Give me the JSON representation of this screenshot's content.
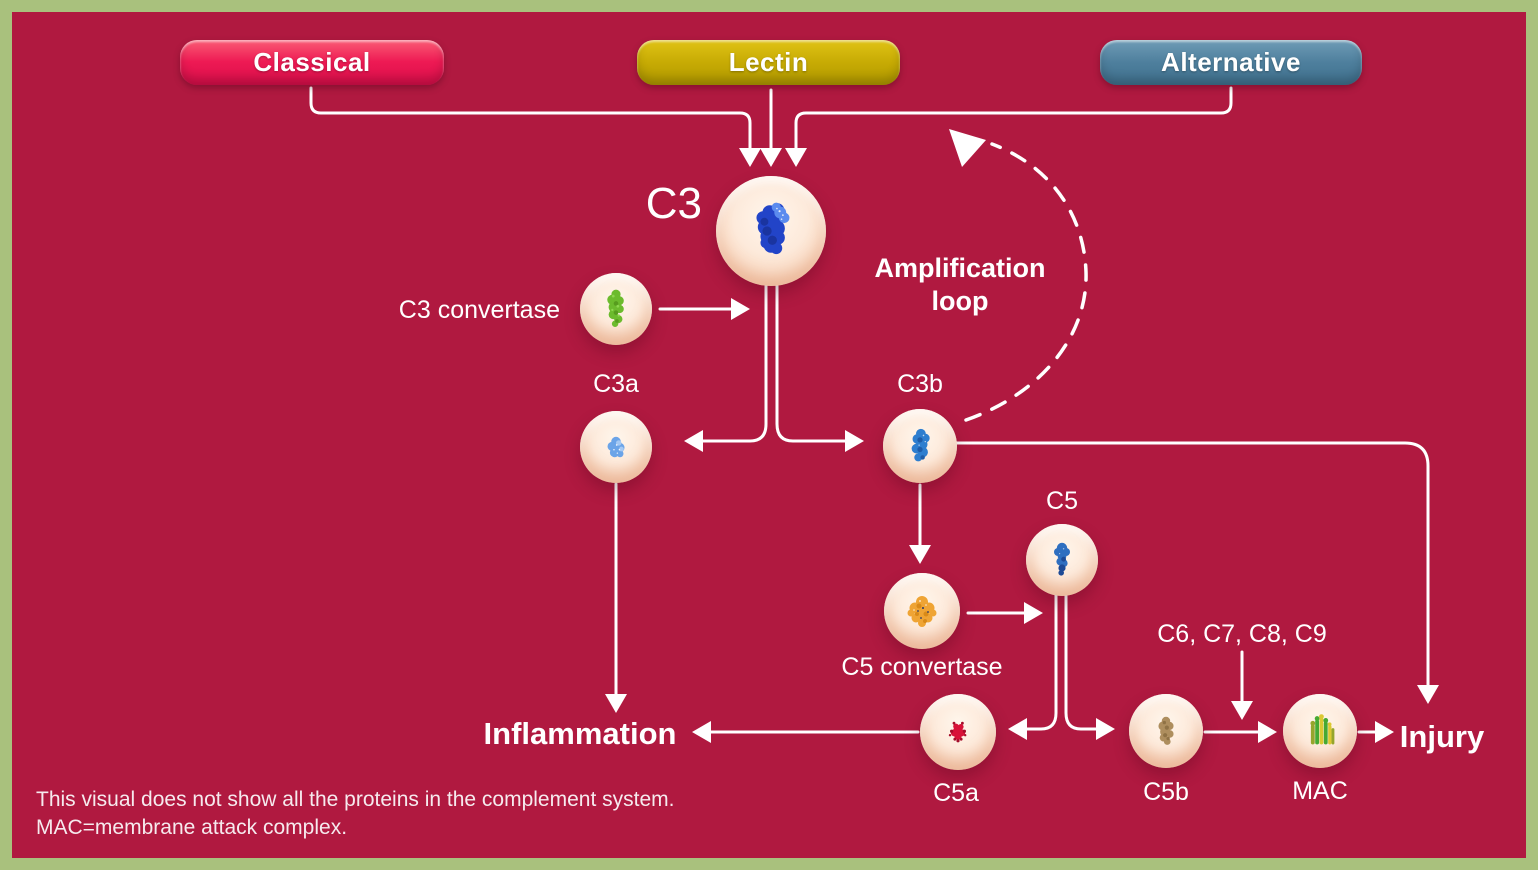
{
  "pills": {
    "classical": "Classical",
    "lectin": "Lectin",
    "alternative": "Alternative"
  },
  "nodes": {
    "c3": {
      "label": "C3"
    },
    "c3_convertase": {
      "label": "C3 convertase"
    },
    "c3a": {
      "label": "C3a"
    },
    "c3b": {
      "label": "C3b"
    },
    "c5": {
      "label": "C5"
    },
    "c5_convertase": {
      "label": "C5 convertase"
    },
    "c5a": {
      "label": "C5a"
    },
    "c5b": {
      "label": "C5b"
    },
    "c6_c9": {
      "label": "C6, C7, C8, C9"
    },
    "mac": {
      "label": "MAC"
    }
  },
  "annotations": {
    "amplification_line1": "Amplification",
    "amplification_line2": "loop",
    "inflammation": "Inflammation",
    "injury": "Injury"
  },
  "footnote": {
    "line1": "This visual does not show all the proteins in the complement system.",
    "line2": "MAC=membrane attack complex."
  },
  "colors": {
    "background": "#b01940",
    "border": "#a9c17d",
    "line": "#ffffff",
    "pill_classical": "#e9134f",
    "pill_lectin": "#c3a705",
    "pill_alternative": "#4a7b99",
    "c3_main": "#2244c8",
    "c3_light": "#5b8bee",
    "c3_dark": "#1a34a0",
    "c3conv_main": "#6cbb2d",
    "c3conv_dark": "#579c1e",
    "c3conv_light": "#8ed64f",
    "c3a_main": "#6ba4e8",
    "c3a_light": "#a5c9f4",
    "c3b_main": "#2e7ecf",
    "c3b_dark": "#1e5ca8",
    "c5_main": "#2f6fc0",
    "c5_dark": "#1d4a96",
    "c5conv_main": "#efa434",
    "c5conv_dark": "#d98a18",
    "c5a_main": "#d81238",
    "c5a_dark": "#a50d2a",
    "c5b_main": "#ae8e5e",
    "c5b_dark": "#8f7245",
    "mac_green": "#46a933",
    "mac_yellow": "#dcc832",
    "mac_olive": "#96a52c"
  }
}
